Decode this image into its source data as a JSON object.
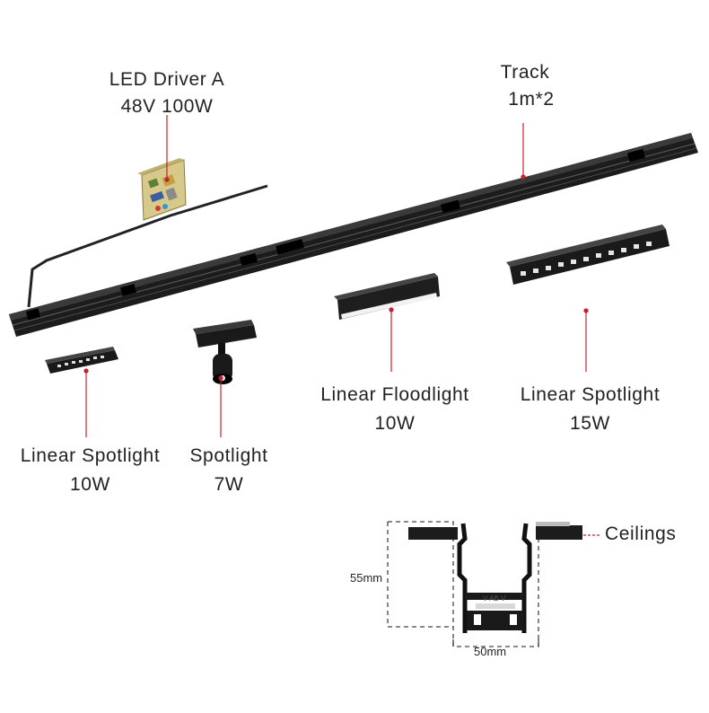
{
  "labels": {
    "driver": {
      "name": "LED Driver A",
      "spec": "48V 100W"
    },
    "track": {
      "name": "Track",
      "spec": "1m*2"
    },
    "linear_flood": {
      "name": "Linear Floodlight",
      "spec": "10W"
    },
    "linear_spot_15": {
      "name": "Linear Spotlight",
      "spec": "15W"
    },
    "linear_spot_10": {
      "name": "Linear Spotlight",
      "spec": "10W"
    },
    "spotlight": {
      "name": "Spotlight",
      "spec": "7W"
    }
  },
  "section": {
    "height_label": "55mm",
    "width_label": "50mm",
    "ceiling_label": "Ceilings",
    "profile_text": "V AB V"
  },
  "colors": {
    "leader": "#c8202a",
    "body": "#1a1a1a",
    "dashed": "#444444"
  }
}
